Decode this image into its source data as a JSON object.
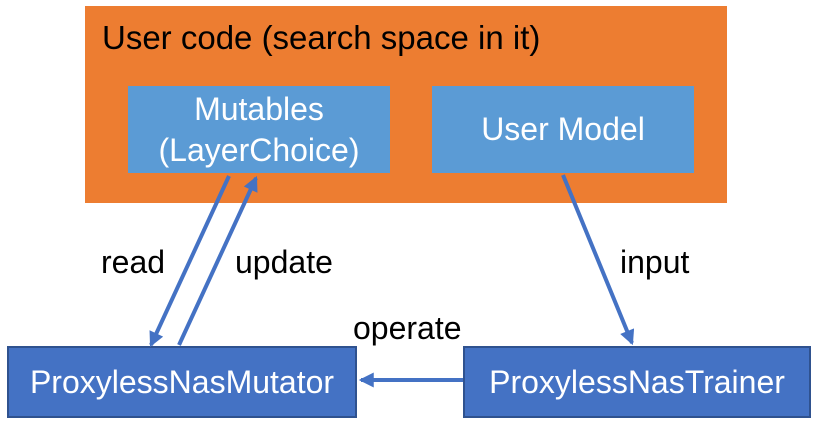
{
  "colors": {
    "container_orange": "#ED7D31",
    "inner_box_blue": "#5B9BD5",
    "bottom_box_blue": "#4472C4",
    "bottom_box_border": "#2F528F",
    "arrow_blue": "#4472C4",
    "title_text": "#000000",
    "box_text": "#FFFFFF"
  },
  "user_code_container": {
    "title": "User code (search space in it)",
    "mutables_box": {
      "label": "Mutables (LayerChoice)",
      "lines": [
        "Mutables",
        "(LayerChoice)"
      ]
    },
    "user_model_box": {
      "label": "User Model"
    }
  },
  "bottom_boxes": {
    "mutator": {
      "label": "ProxylessNasMutator"
    },
    "trainer": {
      "label": "ProxylessNasTrainer"
    }
  },
  "edges": {
    "read": {
      "label": "read"
    },
    "update": {
      "label": "update"
    },
    "input": {
      "label": "input"
    },
    "operate": {
      "label": "operate"
    }
  }
}
